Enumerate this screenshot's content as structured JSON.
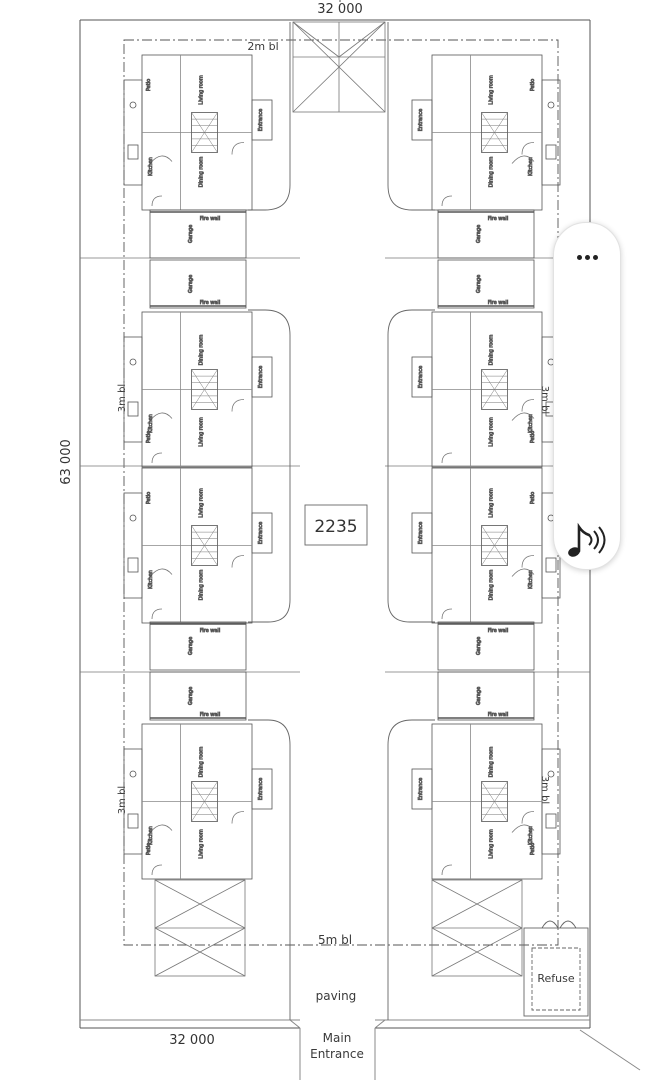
{
  "plan": {
    "dim_top": "32 000",
    "dim_bottom": "32 000",
    "dim_left": "63 000",
    "bl_top": "2m bl",
    "bl_bottom": "5m bl",
    "bl_left_1": "3m bl",
    "bl_left_2": "3m bl",
    "bl_right_1": "3m bl",
    "bl_right_2": "3m bl",
    "center_label": "2235",
    "paving": "paving",
    "entrance_line1": "Main",
    "entrance_line2": "Entrance",
    "refuse": "Refuse"
  },
  "rooms": {
    "living": "Living room",
    "dining": "Dining room",
    "kitchen": "Kitchen",
    "garage": "Garage",
    "patio": "Patio",
    "entrance": "Entrance",
    "fire_wall": "Fire wall"
  },
  "float_toolbar": {
    "more_icon": "more-horizontal-icon",
    "audio_icon": "music-note-sound-icon"
  },
  "colors": {
    "line": "#555555",
    "light_line": "#8a8a8a"
  }
}
